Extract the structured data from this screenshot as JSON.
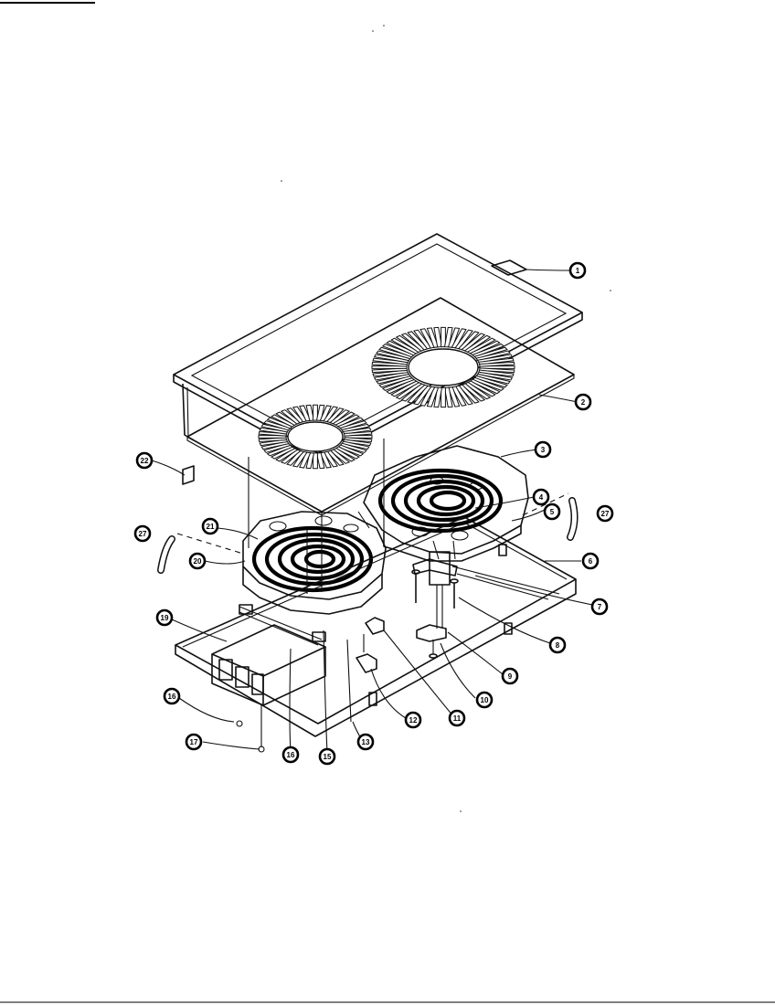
{
  "callouts": [
    {
      "label": "1"
    },
    {
      "label": "2"
    },
    {
      "label": "3"
    },
    {
      "label": "4"
    },
    {
      "label": "5"
    },
    {
      "label": "6"
    },
    {
      "label": "7"
    },
    {
      "label": "8"
    },
    {
      "label": "9"
    },
    {
      "label": "10"
    },
    {
      "label": "11"
    },
    {
      "label": "12"
    },
    {
      "label": "13"
    },
    {
      "label": "15"
    },
    {
      "label": "16"
    },
    {
      "label": "16"
    },
    {
      "label": "17"
    },
    {
      "label": "19"
    },
    {
      "label": "20"
    },
    {
      "label": "21"
    },
    {
      "label": "22"
    },
    {
      "label": "27"
    },
    {
      "label": "27"
    }
  ]
}
